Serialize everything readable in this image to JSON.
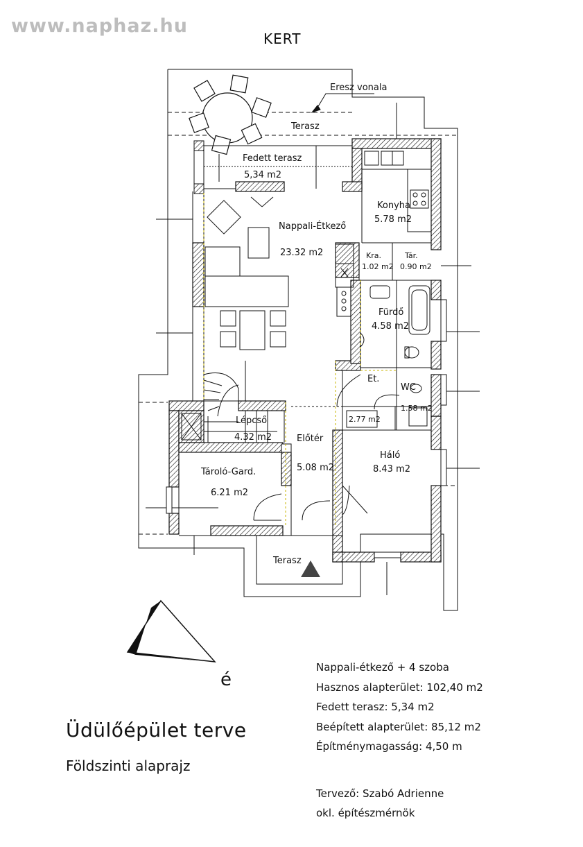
{
  "watermark": "www.naphaz.hu",
  "garden_label": "KERT",
  "eaves_label": "Eresz vonala",
  "north_label": "é",
  "rooms": {
    "terrace_top": "Terasz",
    "covered_terrace": "Fedett terasz",
    "covered_terrace_area": "5,34 m2",
    "kitchen": "Konyha",
    "kitchen_area": "5.78 m2",
    "living": "Nappali-Étkező",
    "living_area": "23.32 m2",
    "pantry": "Kra.",
    "pantry_area": "1.02 m2",
    "storage": "Tár.",
    "storage_area": "0.90 m2",
    "bathroom": "Fürdő",
    "bathroom_area": "4.58 m2",
    "hall": "Et.",
    "wc": "WC",
    "wc_area": "1.58 m2",
    "closet_area": "2.77 m2",
    "stair": "Lépcső",
    "stair_area": "4.32 m2",
    "entry": "Előtér",
    "entry_area": "5.08 m2",
    "bedroom": "Háló",
    "bedroom_area": "8.43 m2",
    "storage_wardrobe": "Tároló-Gard.",
    "storage_wardrobe_area": "6.21 m2",
    "terrace_bottom": "Terasz"
  },
  "title": "Üdülőépület terve",
  "subtitle": "Földszinti alaprajz",
  "info_lines": [
    "Nappali-étkező + 4 szoba",
    "Hasznos alapterület: 102,40 m2",
    "Fedett terasz: 5,34 m2",
    "Beépített alapterület: 85,12 m2",
    "Építménymagasság: 4,50 m"
  ],
  "designer": "Tervező: Szabó Adrienne",
  "designer_title": "okl. építészmérnök"
}
